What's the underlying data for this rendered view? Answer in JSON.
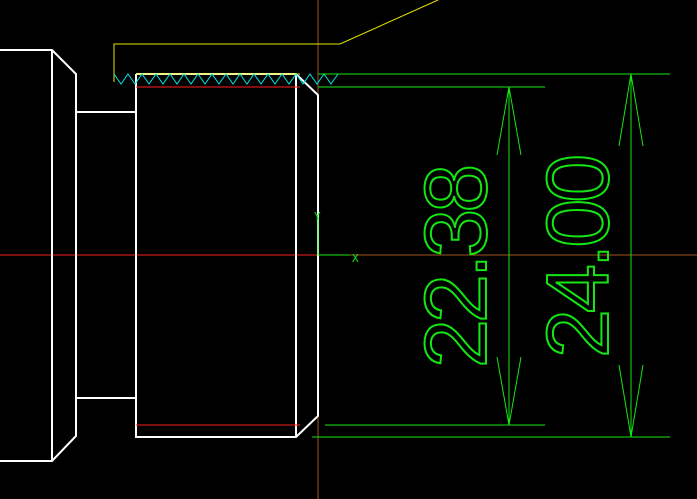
{
  "canvas": {
    "background": "#000000"
  },
  "colors": {
    "part_outline": "#ffffff",
    "thread_root": "#ff2020",
    "dimension": "#14e614",
    "tool_path": "#e5e500",
    "thread_profile": "#00e5e5",
    "axis": "#a0561e"
  },
  "axes": {
    "x_label": "X",
    "y_label": "Y"
  },
  "dimensions": {
    "minor_diameter": "22.38",
    "major_diameter": "24.00"
  },
  "icons": {
    "origin": "ucs-origin-icon",
    "arrow": "dimension-arrow-icon"
  }
}
